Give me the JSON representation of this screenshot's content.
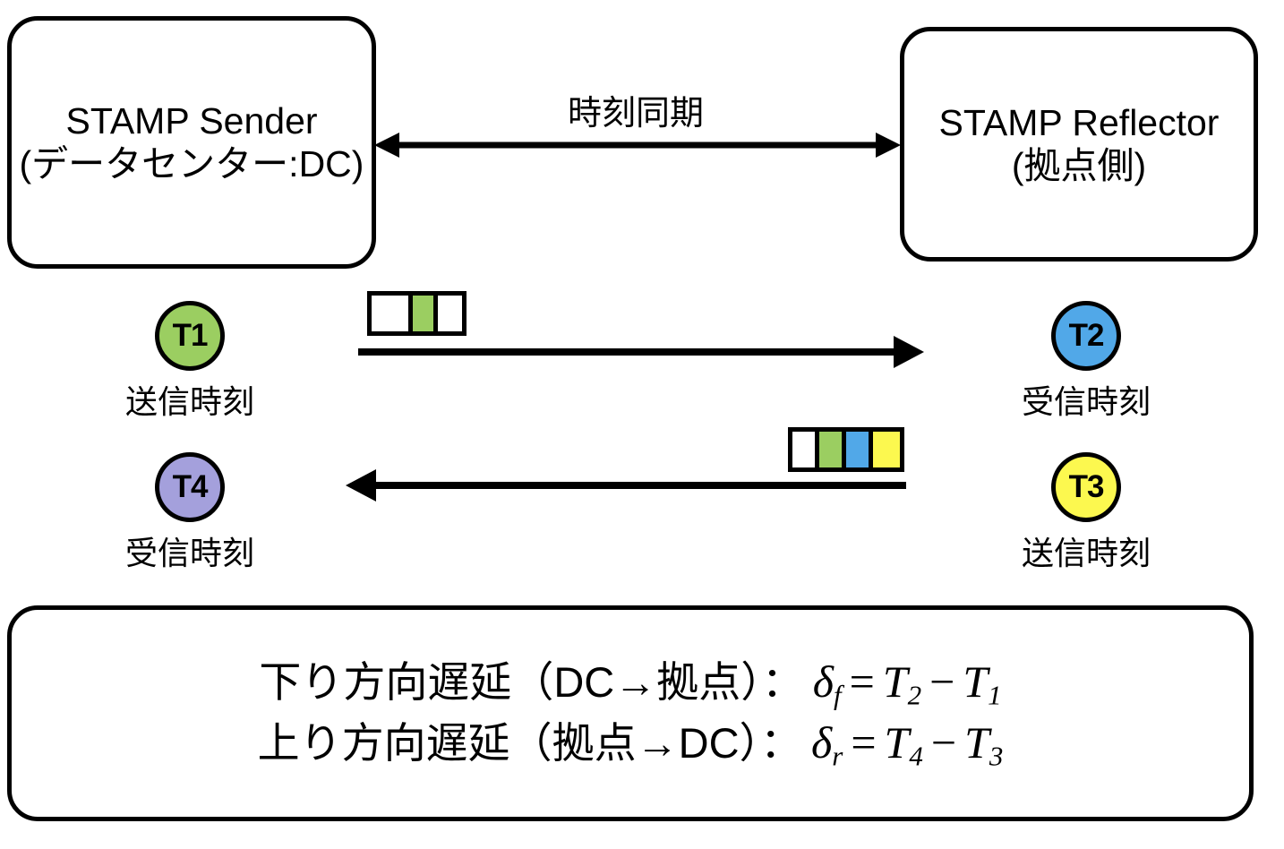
{
  "diagram": {
    "title": "STAMP one-way delay measurement",
    "nodes": [
      {
        "id": "sender",
        "line1": "STAMP Sender",
        "line2": "(データセンター:DC)"
      },
      {
        "id": "reflector",
        "line1": "STAMP Reflector",
        "line2": "(拠点側)"
      }
    ],
    "sync": {
      "label": "時刻同期",
      "arrow": "double-headed"
    },
    "timestamps": [
      {
        "id": "T1",
        "code": "T1",
        "label": "送信時刻",
        "color": "#9BCE61",
        "side": "left",
        "row": "forward"
      },
      {
        "id": "T2",
        "code": "T2",
        "label": "受信時刻",
        "color": "#51A8E8",
        "side": "right",
        "row": "forward"
      },
      {
        "id": "T4",
        "code": "T4",
        "label": "受信時刻",
        "color": "#A4A0DC",
        "side": "left",
        "row": "reverse"
      },
      {
        "id": "T3",
        "code": "T3",
        "label": "送信時刻",
        "color": "#FCF84F",
        "side": "right",
        "row": "reverse"
      }
    ],
    "packets": [
      {
        "id": "forward-packet",
        "direction": "left-to-right",
        "cells": [
          "#FFFFFF",
          "#9BCE61",
          "#FFFFFF"
        ]
      },
      {
        "id": "reverse-packet",
        "direction": "right-to-left",
        "cells": [
          "#FFFFFF",
          "#9BCE61",
          "#51A8E8",
          "#FCF84F"
        ]
      }
    ],
    "formula": {
      "lines": [
        {
          "text": "下り方向遅延（DC→拠点）：",
          "symbol": "δ",
          "sub": "f",
          "eq": "=",
          "term1": "T",
          "term1_sub": "2",
          "minus": "−",
          "term2": "T",
          "term2_sub": "1"
        },
        {
          "text": "上り方向遅延（拠点→DC）：",
          "symbol": "δ",
          "sub": "r",
          "eq": "=",
          "term1": "T",
          "term1_sub": "4",
          "minus": "−",
          "term2": "T",
          "term2_sub": "3"
        }
      ]
    },
    "colors": {
      "stroke": "#000000",
      "background": "#FFFFFF",
      "green": "#9BCE61",
      "blue": "#51A8E8",
      "yellow": "#FCF84F",
      "purple": "#A4A0DC"
    }
  }
}
